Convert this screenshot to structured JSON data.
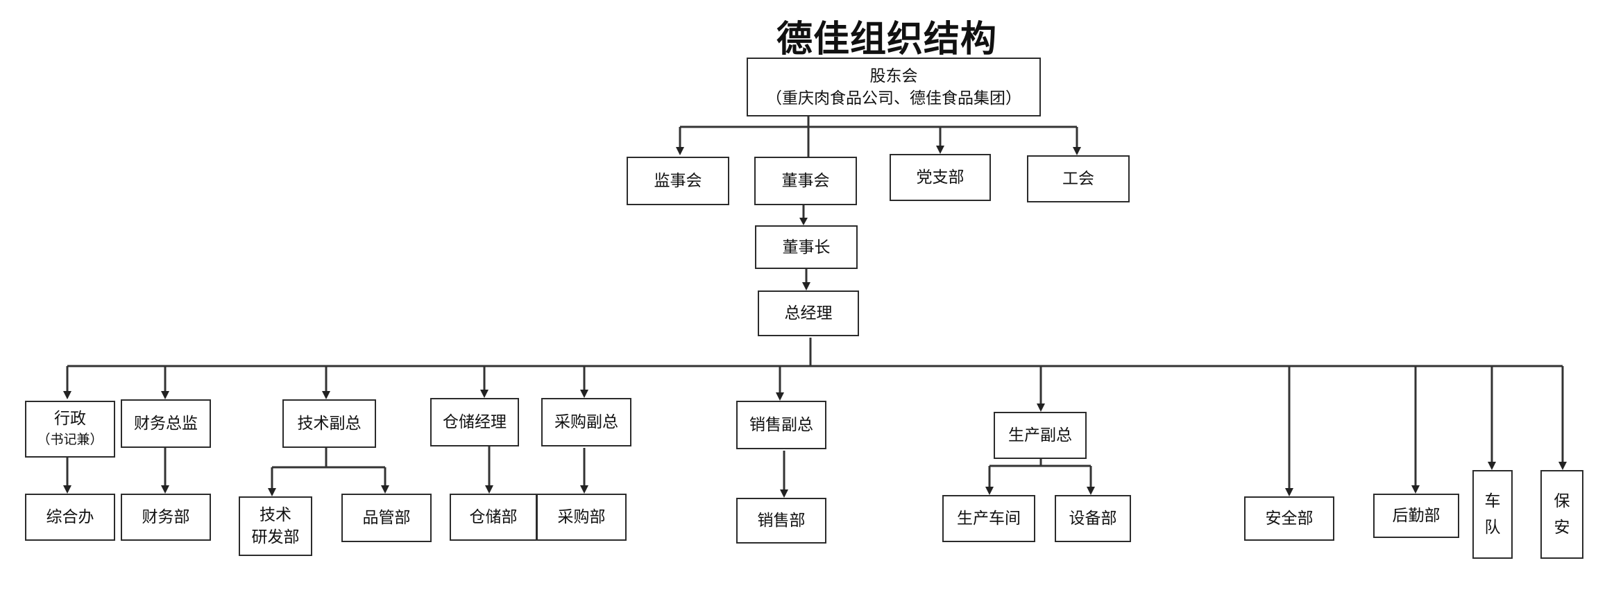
{
  "title": "德佳组织结构",
  "shareholders": {
    "label": "股东会",
    "sub": "（重庆肉食品公司、德佳食品集团）"
  },
  "level2": {
    "supervisory_board": "监事会",
    "board_of_directors": "董事会",
    "party_branch": "党支部",
    "trade_union": "工会"
  },
  "chairman": "董事长",
  "general_manager": "总经理",
  "departments": {
    "admin": {
      "label": "行政",
      "sub": "（书记兼）",
      "child": "综合办"
    },
    "finance": {
      "label": "财务总监",
      "child": "财务部"
    },
    "tech": {
      "label": "技术副总",
      "child_rd_line1": "技术",
      "child_rd_line2": "研发部",
      "child_qc": "品管部"
    },
    "warehouse": {
      "label": "仓储经理",
      "child": "仓储部"
    },
    "purchasing": {
      "label": "采购副总",
      "child": "采购部"
    },
    "sales": {
      "label": "销售副总",
      "child": "销售部"
    },
    "production": {
      "label": "生产副总",
      "child_workshop": "生产车间",
      "child_equipment": "设备部"
    },
    "safety": "安全部",
    "logistics": "后勤部",
    "fleet": "车队",
    "security": "保安"
  }
}
